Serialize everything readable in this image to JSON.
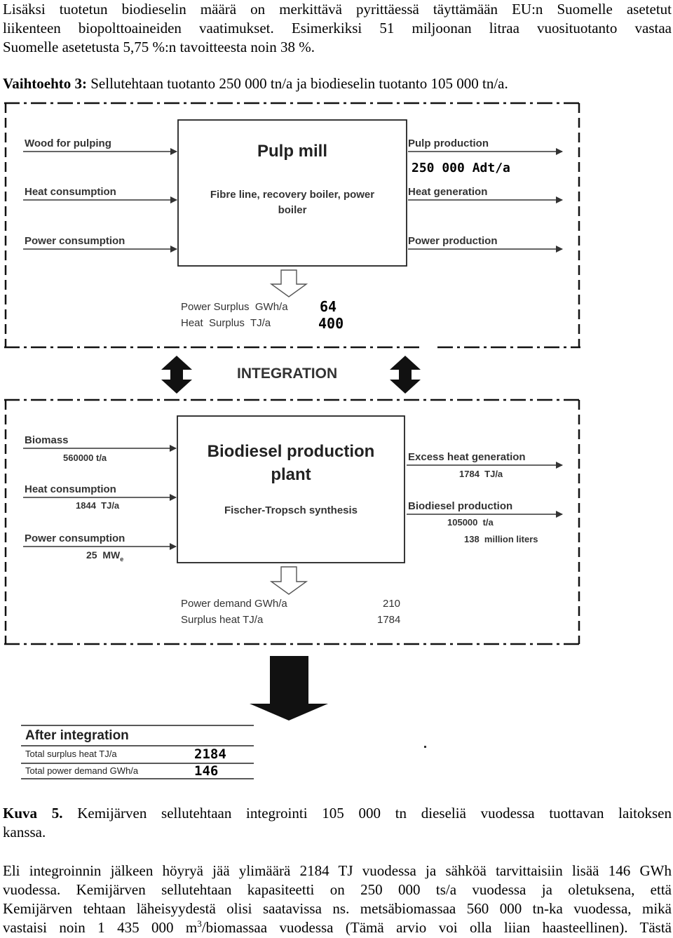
{
  "intro": {
    "lines": [
      "Lisäksi tuotetun biodieselin määrä on merkittävä pyrittäessä täyttämään EU:n Suomelle asetetut",
      "liikenteen biopolttoaineiden vaatimukset. Esimerkiksi 51 miljoonan litraa vuosituotanto vastaa",
      "Suomelle asetetusta 5,75 %:n tavoitteesta noin 38 %."
    ]
  },
  "option": {
    "label": "Vaihtoehto 3:",
    "text": " Sellutehtaan tuotanto 250 000 tn/a ja biodieselin tuotanto 105 000 tn/a."
  },
  "diagram": {
    "pulp": {
      "title": "Pulp mill",
      "subtitle_1": "Fibre line, recovery boiler, power",
      "subtitle_2": "boiler",
      "inputs": [
        "Wood for pulping",
        "Heat consumption",
        "Power consumption"
      ],
      "outputs": [
        "Pulp production",
        "Heat generation",
        "Power production"
      ],
      "pulp_production_value": "250 000 Adt/a",
      "surplus": {
        "power_label": "Power Surplus  GWh/a",
        "power_value": "64",
        "heat_label": "Heat  Surplus  TJ/a",
        "heat_value": "400"
      }
    },
    "integration_label": "INTEGRATION",
    "biodiesel": {
      "title_1": "Biodiesel production",
      "title_2": "plant",
      "subtitle": "Fischer-Tropsch synthesis",
      "inputs": [
        {
          "label": "Biomass",
          "value": "560000 t/a"
        },
        {
          "label": "Heat consumption",
          "value": "1844  TJ/a"
        },
        {
          "label": "Power consumption",
          "value": "25  MW",
          "sub": "e"
        }
      ],
      "outputs": [
        {
          "label": "Excess heat generation",
          "value": "1784  TJ/a"
        },
        {
          "label": "Biodiesel production",
          "value": "105000  t/a",
          "value2": "138  million liters"
        }
      ],
      "demand": {
        "power_label": "Power demand GWh/a",
        "power_value": "210",
        "heat_label": "Surplus heat TJ/a",
        "heat_value": "1784"
      }
    },
    "after": {
      "title": "After integration",
      "heat_label": "Total surplus heat TJ/a",
      "heat_value": "2184",
      "power_label": "Total power demand GWh/a",
      "power_value": "146"
    }
  },
  "caption": {
    "label": "Kuva 5.",
    "line1": " Kemijärven sellutehtaan integrointi 105 000 tn dieseliä vuodessa tuottavan laitoksen",
    "line2": "kanssa."
  },
  "closing": {
    "line1": "Eli integroinnin jälkeen höyryä jää ylimäärä 2184 TJ vuodessa ja sähköä tarvittaisiin lisää 146 GWh",
    "line2": "vuodessa. Kemijärven sellutehtaan kapasiteetti on 250 000 ts/a vuodessa ja oletuksena, että",
    "line3": "Kemijärven tehtaan läheisyydestä olisi saatavissa ns. metsäbiomassaa 560 000 tn-ka vuodessa, mikä",
    "line4_a": "vastaisi noin 1 435 000 m",
    "line4_sup": "3",
    "line4_b": "/biomassaa vuodessa (Tämä arvio voi olla liian haasteellinen). Tästä"
  }
}
